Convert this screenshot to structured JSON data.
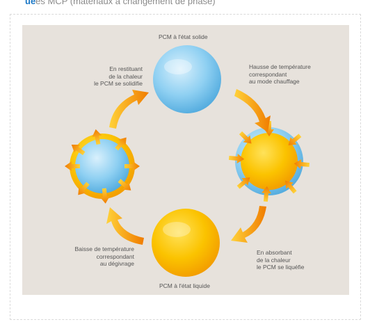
{
  "header": {
    "lead": "ue",
    "rest": "es MCP (matériaux à changement de phase)"
  },
  "diagram": {
    "top_label": "PCM à l'état solide",
    "bottom_label": "PCM à l'état liquide",
    "right_top_lines": [
      "Hausse de température",
      "correspondant",
      "au mode chauffage"
    ],
    "right_bottom_lines": [
      "En absorbant",
      "de la chaleur",
      "le PCM se liquéfie"
    ],
    "left_top_lines": [
      "En restituant",
      "de la chaleur",
      "le PCM se solidifie"
    ],
    "left_bottom_lines": [
      "Baisse de température",
      "correspondant",
      "au dégivrage"
    ]
  },
  "colors": {
    "panel": "#e7e2dc",
    "blue_sphere": "#7fc8ee",
    "yellow_sphere": "#f6b400",
    "arrow_orange": "#f08a00",
    "label_text": "#555555"
  }
}
